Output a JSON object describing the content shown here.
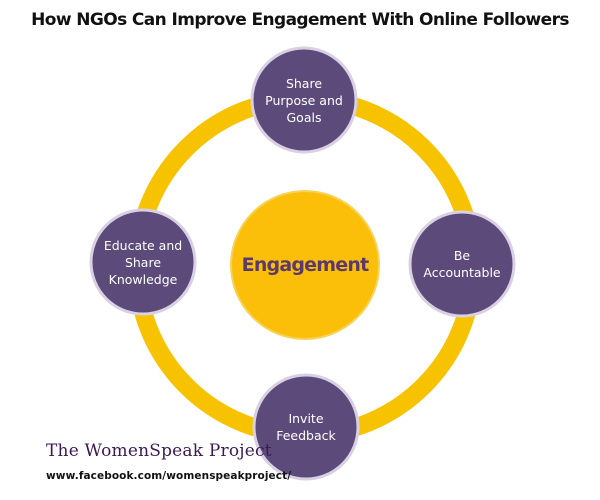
{
  "title": "How NGOs Can Improve Engagement With Online Followers",
  "center": {
    "label": "Engagement"
  },
  "nodes": [
    {
      "id": "top",
      "label": "Share\nPurpose and\nGoals"
    },
    {
      "id": "right",
      "label": "Be\nAccountable"
    },
    {
      "id": "bottom",
      "label": "Invite\nFeedback"
    },
    {
      "id": "left",
      "label": "Educate and\nShare\nKnowledge"
    }
  ],
  "footer": {
    "brand": "The WomenSpeak Project",
    "url": "www.facebook.com/womenspeakproject/"
  },
  "colors": {
    "ring": "#f7c200",
    "ring_stroke": "#ffffff",
    "center_fill": "#fbbf0a",
    "center_stroke": "#f7d35a",
    "node_fill": "#5c4a7a",
    "node_stroke": "#d9d0e4",
    "center_text": "#5b3a6b",
    "brand_text": "#3b1a52"
  }
}
